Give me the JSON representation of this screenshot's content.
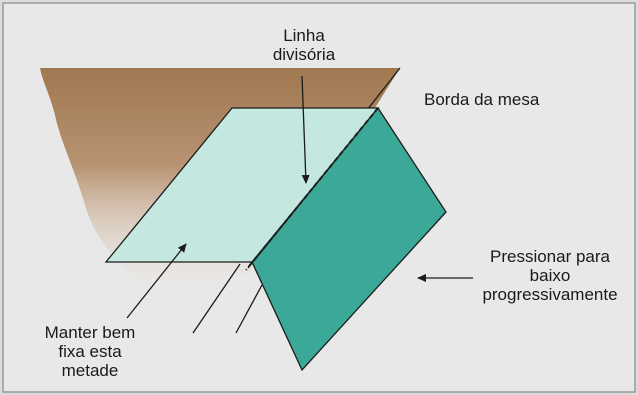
{
  "labels": {
    "dividing_line": [
      "Linha",
      "divisória"
    ],
    "table_edge": "Borda da mesa",
    "press_down": [
      "Pressionar para",
      "baixo",
      "progressivamente"
    ],
    "hold_half": [
      "Manter bem",
      "fixa esta",
      "metade"
    ]
  },
  "colors": {
    "paper_background": "#e6e6e6",
    "border": "#9a9a9a",
    "table_top": "#b08a62",
    "table_side_fade": "#e9e1d6",
    "sheet_flat": "#bfe5dd",
    "sheet_folded": "#3aa799",
    "outline": "#1c1c1c"
  }
}
